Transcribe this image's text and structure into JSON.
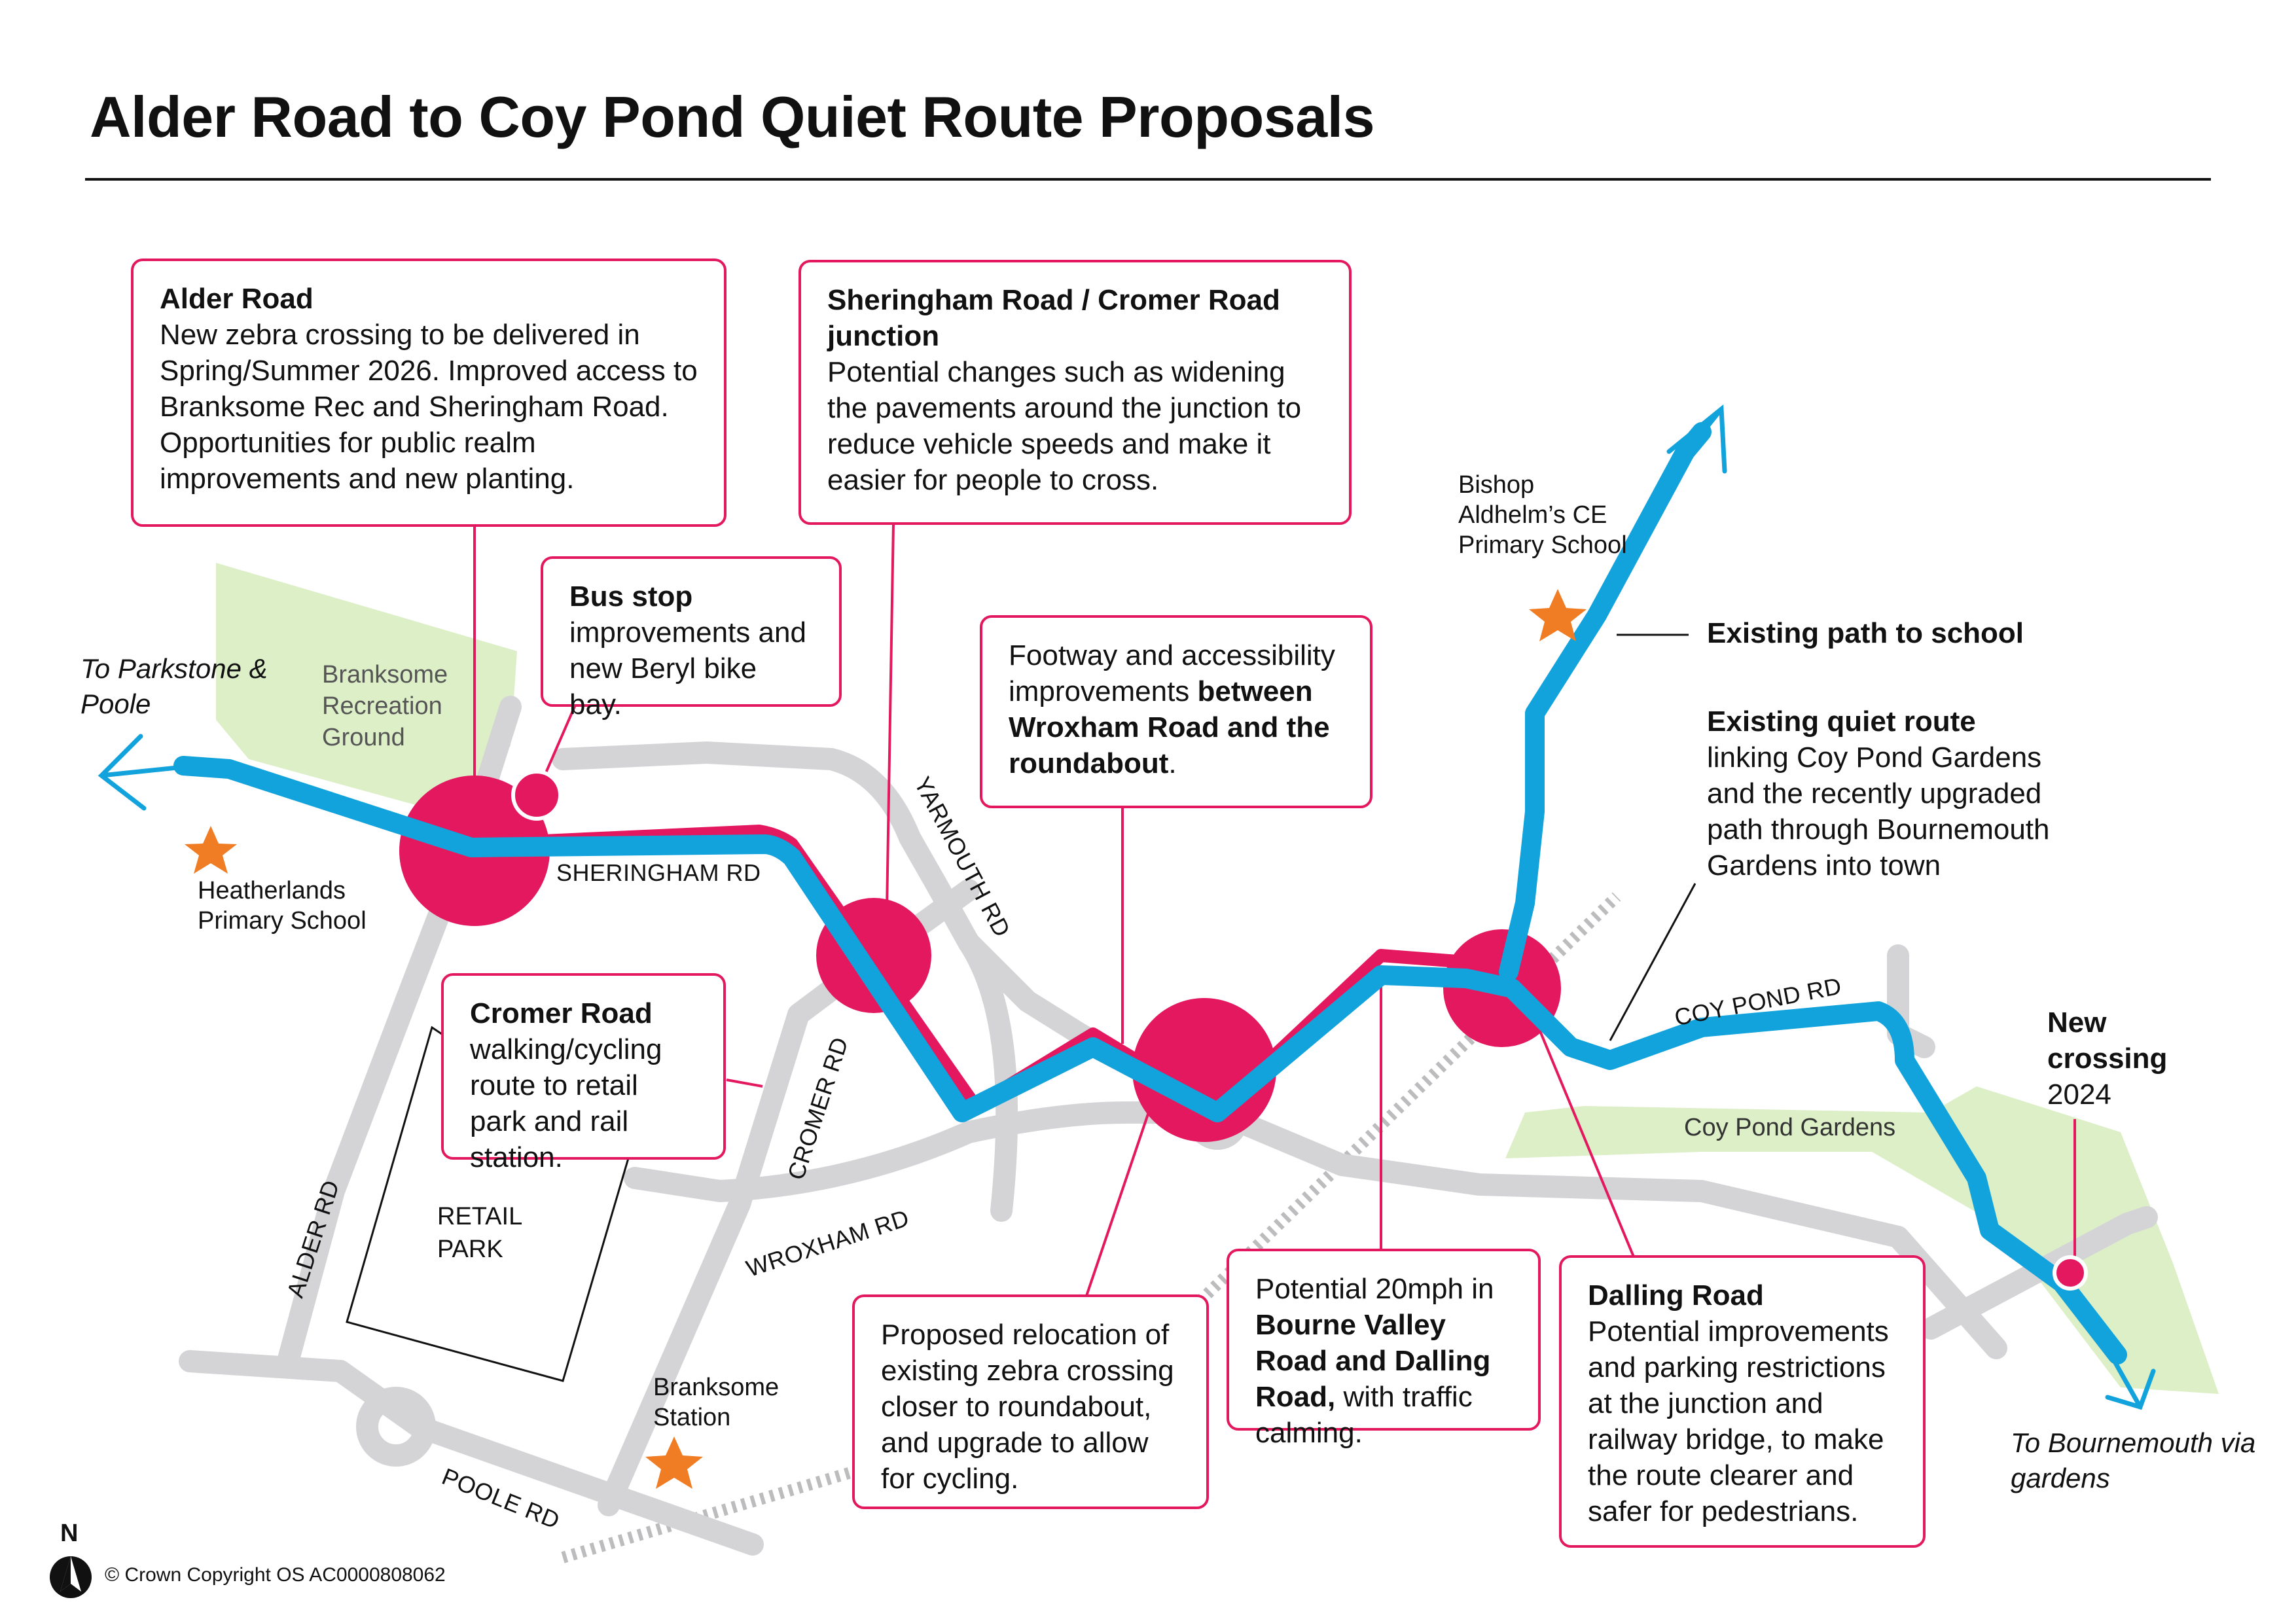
{
  "title": "Alder Road to Coy Pond Quiet Route Proposals",
  "callouts": {
    "alder": {
      "heading": "Alder Road",
      "body": "New zebra crossing to be delivered in Spring/Summer 2026. Improved access to Branksome Rec and Sheringham Road. Opportunities for public realm improvements and new planting."
    },
    "sheringham": {
      "heading": "Sheringham Road / Cromer Road junction",
      "body": "Potential changes such as widening the pavements around the junction to reduce vehicle speeds and make it easier for people to cross."
    },
    "bus_stop": {
      "heading": "Bus stop",
      "body": "improvements and new Beryl bike bay."
    },
    "footway": {
      "body_pre": "Footway and accessibility improvements ",
      "body_bold": "between Wroxham Road and the roundabout",
      "body_post": "."
    },
    "cromer": {
      "heading": "Cromer Road",
      "body": "walking/cycling route to retail park and rail station."
    },
    "relocation": {
      "body": "Proposed relocation of existing zebra crossing closer to roundabout, and upgrade to allow for cycling."
    },
    "twenty_mph": {
      "body_pre": "Potential 20mph in ",
      "body_bold": "Bourne Valley Road and Dalling Road,",
      "body_post": " with traffic calming."
    },
    "dalling": {
      "heading": "Dalling Road",
      "body": "Potential improvements and parking restrictions at the junction and railway bridge, to make the route clearer and safer for pedestrians."
    }
  },
  "side_notes": {
    "existing_path": "Existing path to school",
    "quiet_route_heading": "Existing quiet route",
    "quiet_route_body": "linking Coy Pond Gardens and the recently upgraded path through Bournemouth Gardens into town",
    "new_crossing_heading": "New crossing",
    "new_crossing_year": "2024"
  },
  "places": {
    "to_parkstone": "To Parkstone & Poole",
    "branksome_rec": "Branksome Recreation Ground",
    "heatherlands": "Heatherlands Primary School",
    "bishop": "Bishop Aldhelm’s CE Primary School",
    "retail_park": "RETAIL PARK",
    "branksome_station": "Branksome Station",
    "coy_pond_gardens": "Coy Pond Gardens",
    "to_bournemouth": "To Bournemouth via gardens"
  },
  "roads": {
    "sheringham": "SHERINGHAM RD",
    "yarmouth": "YARMOUTH RD",
    "cromer": "CROMER RD",
    "alder": "ALDER RD",
    "wroxham": "WROXHAM RD",
    "poole": "POOLE RD",
    "coy_pond": "COY POND RD"
  },
  "north_label": "N",
  "copyright": "© Crown Copyright OS AC0000808062",
  "colors": {
    "route_blue": "#12a3dc",
    "proposal_pink": "#e4185f",
    "road_grey": "#d4d4d6",
    "green_space": "#dcefc7",
    "star_orange": "#f07c23"
  },
  "icons": {
    "school_marker": "star-icon",
    "north_arrow": "north-arrow-icon"
  }
}
